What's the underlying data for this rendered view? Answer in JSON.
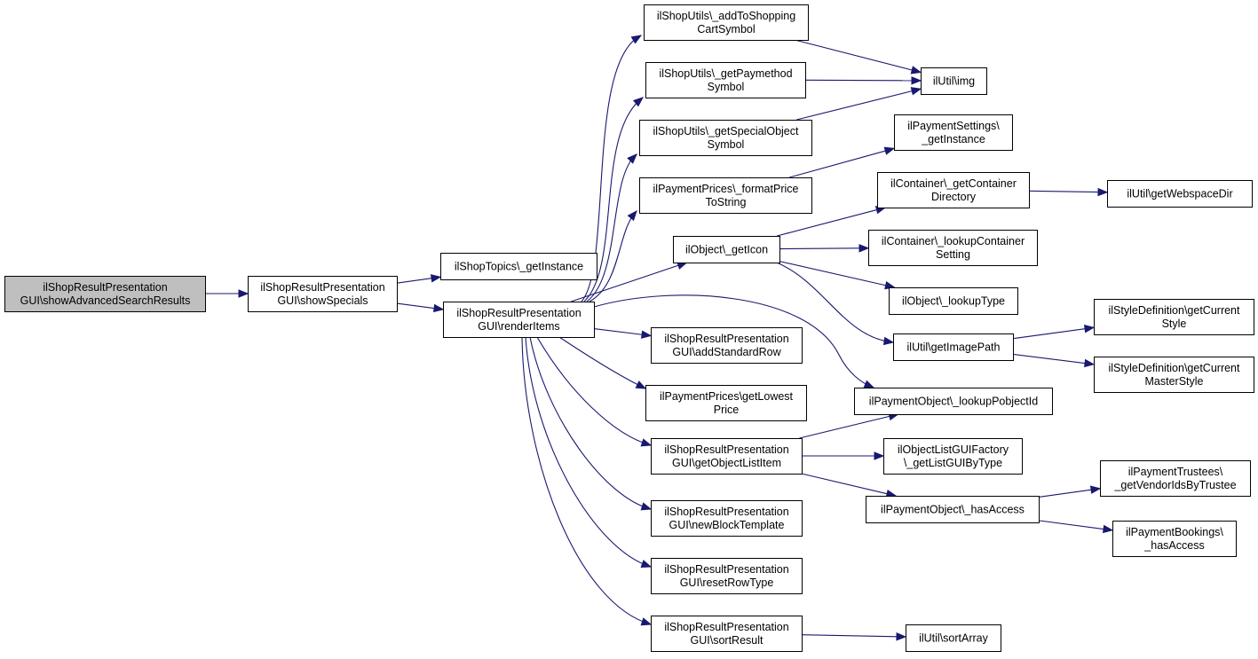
{
  "diagram": {
    "type": "call-graph",
    "nodes": [
      {
        "id": "n0",
        "lines": [
          "ilShopResultPresentation",
          "GUI\\showAdvancedSearchResults"
        ],
        "root": true
      },
      {
        "id": "n1",
        "lines": [
          "ilShopResultPresentation",
          "GUI\\showSpecials"
        ]
      },
      {
        "id": "n2",
        "lines": [
          "ilShopTopics\\_getInstance"
        ]
      },
      {
        "id": "n3",
        "lines": [
          "ilShopResultPresentation",
          "GUI\\renderItems"
        ]
      },
      {
        "id": "n4",
        "lines": [
          "ilShopUtils\\_addToShopping",
          "CartSymbol"
        ]
      },
      {
        "id": "n5",
        "lines": [
          "ilShopUtils\\_getPaymethod",
          "Symbol"
        ]
      },
      {
        "id": "n6",
        "lines": [
          "ilShopUtils\\_getSpecialObject",
          "Symbol"
        ]
      },
      {
        "id": "n7",
        "lines": [
          "ilPaymentPrices\\_formatPrice",
          "ToString"
        ]
      },
      {
        "id": "n8",
        "lines": [
          "ilObject\\_getIcon"
        ]
      },
      {
        "id": "n9",
        "lines": [
          "ilShopResultPresentation",
          "GUI\\addStandardRow"
        ]
      },
      {
        "id": "n10",
        "lines": [
          "ilPaymentPrices\\getLowest",
          "Price"
        ]
      },
      {
        "id": "n11",
        "lines": [
          "ilShopResultPresentation",
          "GUI\\getObjectListItem"
        ]
      },
      {
        "id": "n12",
        "lines": [
          "ilShopResultPresentation",
          "GUI\\newBlockTemplate"
        ]
      },
      {
        "id": "n13",
        "lines": [
          "ilShopResultPresentation",
          "GUI\\resetRowType"
        ]
      },
      {
        "id": "n14",
        "lines": [
          "ilShopResultPresentation",
          "GUI\\sortResult"
        ]
      },
      {
        "id": "n15",
        "lines": [
          "ilUtil\\img"
        ]
      },
      {
        "id": "n16",
        "lines": [
          "ilPaymentSettings\\",
          "_getInstance"
        ]
      },
      {
        "id": "n17",
        "lines": [
          "ilContainer\\_getContainer",
          "Directory"
        ]
      },
      {
        "id": "n18",
        "lines": [
          "ilContainer\\_lookupContainer",
          "Setting"
        ]
      },
      {
        "id": "n19",
        "lines": [
          "ilObject\\_lookupType"
        ]
      },
      {
        "id": "n20",
        "lines": [
          "ilUtil\\getImagePath"
        ]
      },
      {
        "id": "n21",
        "lines": [
          "ilPaymentObject\\_lookupPobjectId"
        ]
      },
      {
        "id": "n22",
        "lines": [
          "ilObjectListGUIFactory",
          "\\_getListGUIByType"
        ]
      },
      {
        "id": "n23",
        "lines": [
          "ilPaymentObject\\_hasAccess"
        ]
      },
      {
        "id": "n24",
        "lines": [
          "ilUtil\\sortArray"
        ]
      },
      {
        "id": "n25",
        "lines": [
          "ilUtil\\getWebspaceDir"
        ]
      },
      {
        "id": "n26",
        "lines": [
          "ilStyleDefinition\\getCurrent",
          "Style"
        ]
      },
      {
        "id": "n27",
        "lines": [
          "ilStyleDefinition\\getCurrent",
          "MasterStyle"
        ]
      },
      {
        "id": "n28",
        "lines": [
          "ilPaymentTrustees\\",
          "_getVendorIdsByTrustee"
        ]
      },
      {
        "id": "n29",
        "lines": [
          "ilPaymentBookings\\",
          "_hasAccess"
        ]
      }
    ],
    "edges": [
      {
        "from": "n0",
        "to": "n1"
      },
      {
        "from": "n1",
        "to": "n2"
      },
      {
        "from": "n1",
        "to": "n3"
      },
      {
        "from": "n3",
        "to": "n4"
      },
      {
        "from": "n3",
        "to": "n5"
      },
      {
        "from": "n3",
        "to": "n6"
      },
      {
        "from": "n3",
        "to": "n7"
      },
      {
        "from": "n3",
        "to": "n8"
      },
      {
        "from": "n3",
        "to": "n9"
      },
      {
        "from": "n3",
        "to": "n10"
      },
      {
        "from": "n3",
        "to": "n11"
      },
      {
        "from": "n3",
        "to": "n12"
      },
      {
        "from": "n3",
        "to": "n13"
      },
      {
        "from": "n3",
        "to": "n14"
      },
      {
        "from": "n3",
        "to": "n21"
      },
      {
        "from": "n4",
        "to": "n15"
      },
      {
        "from": "n5",
        "to": "n15"
      },
      {
        "from": "n6",
        "to": "n15"
      },
      {
        "from": "n7",
        "to": "n16"
      },
      {
        "from": "n8",
        "to": "n17"
      },
      {
        "from": "n8",
        "to": "n18"
      },
      {
        "from": "n8",
        "to": "n19"
      },
      {
        "from": "n8",
        "to": "n20"
      },
      {
        "from": "n17",
        "to": "n25"
      },
      {
        "from": "n20",
        "to": "n26"
      },
      {
        "from": "n20",
        "to": "n27"
      },
      {
        "from": "n11",
        "to": "n21"
      },
      {
        "from": "n11",
        "to": "n22"
      },
      {
        "from": "n11",
        "to": "n23"
      },
      {
        "from": "n23",
        "to": "n28"
      },
      {
        "from": "n23",
        "to": "n29"
      },
      {
        "from": "n14",
        "to": "n24"
      }
    ],
    "colors": {
      "edge": "#191970",
      "node_border": "#000000",
      "node_fill": "#ffffff",
      "root_fill": "#bfbfbf"
    }
  }
}
